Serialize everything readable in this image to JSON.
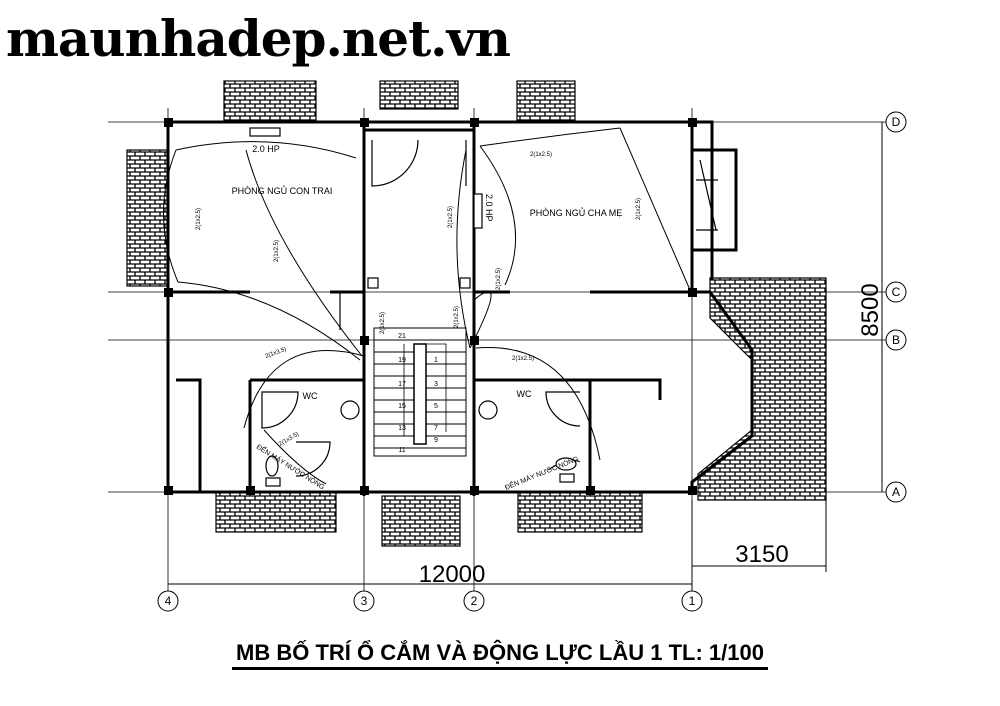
{
  "watermark": "maunhadep.net.vn",
  "caption": "MB BỐ TRÍ Ổ CẮM VÀ ĐỘNG LỰC LẦU 1 TL: 1/100",
  "dimensions": {
    "total_width": "12000",
    "right_width": "3150",
    "depth": "8500"
  },
  "axes": {
    "a": "A",
    "b": "B",
    "c": "C",
    "d": "D",
    "g1": "1",
    "g2": "2",
    "g3": "3",
    "g4": "4"
  },
  "rooms": {
    "bedroom_son": "PHÒNG NGỦ CON TRAI",
    "bedroom_parents": "PHÒNG NGỦ CHA MẸ",
    "wc_left": "WC",
    "wc_right": "WC"
  },
  "equipment": {
    "ac_left": "2.0 HP",
    "ac_right": "2.0 HP",
    "water_heater_left": "ĐẾN MÁY NƯỚC NÓNG",
    "water_heater_right": "ĐẾN MÁY NƯỚC NÓNG"
  },
  "circuits": {
    "c1": "2(1x2.5)",
    "c2": "2(1x2.5)",
    "c3": "2(1x2.5)",
    "c4": "2(1x2.5)",
    "c5": "2(1x2.5)",
    "c6": "2(1x2.5)",
    "c7": "2(1x2.5)",
    "c8": "2(1x2.5)",
    "c9": "2(1x2.5)",
    "c10": "2(1x3.5)",
    "c11": "2(1x3.5)"
  },
  "stairs": {
    "s1": "1",
    "s3": "3",
    "s5": "5",
    "s7": "7",
    "s9": "9",
    "s11": "11",
    "s13": "13",
    "s15": "15",
    "s17": "17",
    "s19": "19",
    "s21": "21"
  }
}
